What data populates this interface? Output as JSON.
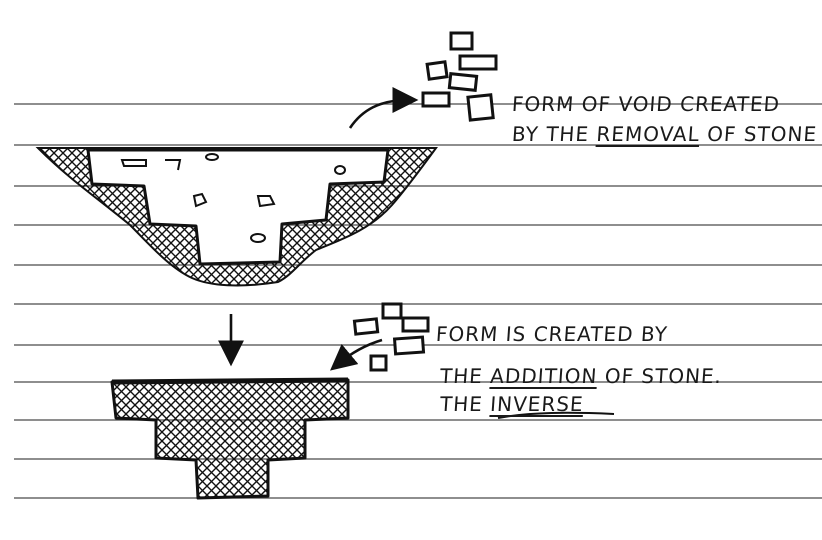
{
  "notes": {
    "top": {
      "line1": "FORM OF VOID CREATED",
      "line2_prefix": "BY THE ",
      "line2_underlined": "REMOVAL",
      "line2_suffix": " OF STONE"
    },
    "bottom": {
      "line1": "FORM IS CREATED BY",
      "line2_prefix": "THE ",
      "line2_underlined": "ADDITION",
      "line2_suffix": " OF STONE.",
      "line3_prefix": "THE ",
      "line3_underlined": "INVERSE"
    }
  },
  "colors": {
    "paper": "#ffffff",
    "rule_line": "#2b2b2b",
    "ink": "#111111"
  }
}
